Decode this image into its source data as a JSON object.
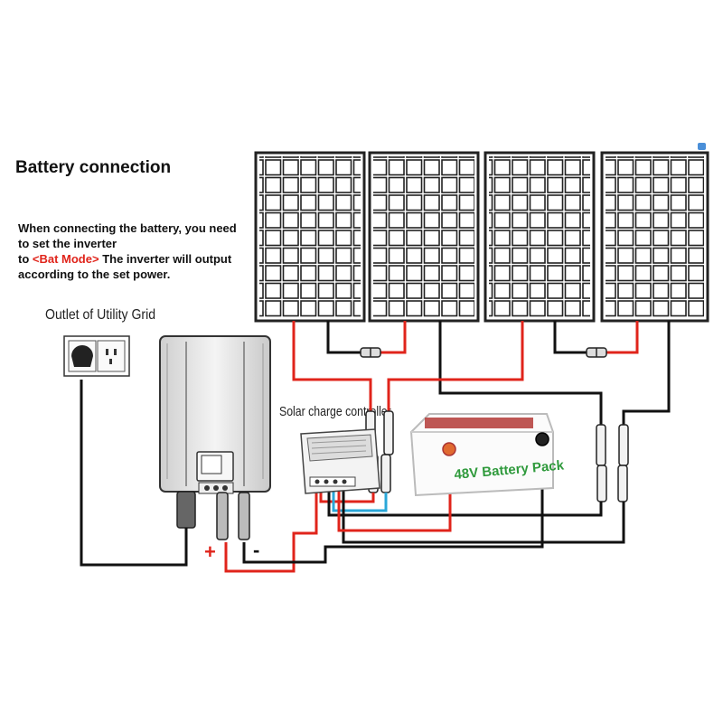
{
  "title": "Battery connection",
  "note": {
    "line1": "When connecting the battery, you need to set the inverter",
    "to": "to ",
    "highlight": "<Bat Mode>",
    "line2": " The inverter will output according to the set power."
  },
  "labels": {
    "outlet": "Outlet of Utility Grid",
    "charge_controller": "Solar charge controller",
    "battery": "48V Battery Pack",
    "plus": "+",
    "minus": "-"
  },
  "colors": {
    "positive_wire": "#e0241b",
    "negative_wire": "#111111",
    "signal_wire": "#2aa7d8",
    "battery_text": "#2f9a3c",
    "highlight": "#e0241b"
  }
}
